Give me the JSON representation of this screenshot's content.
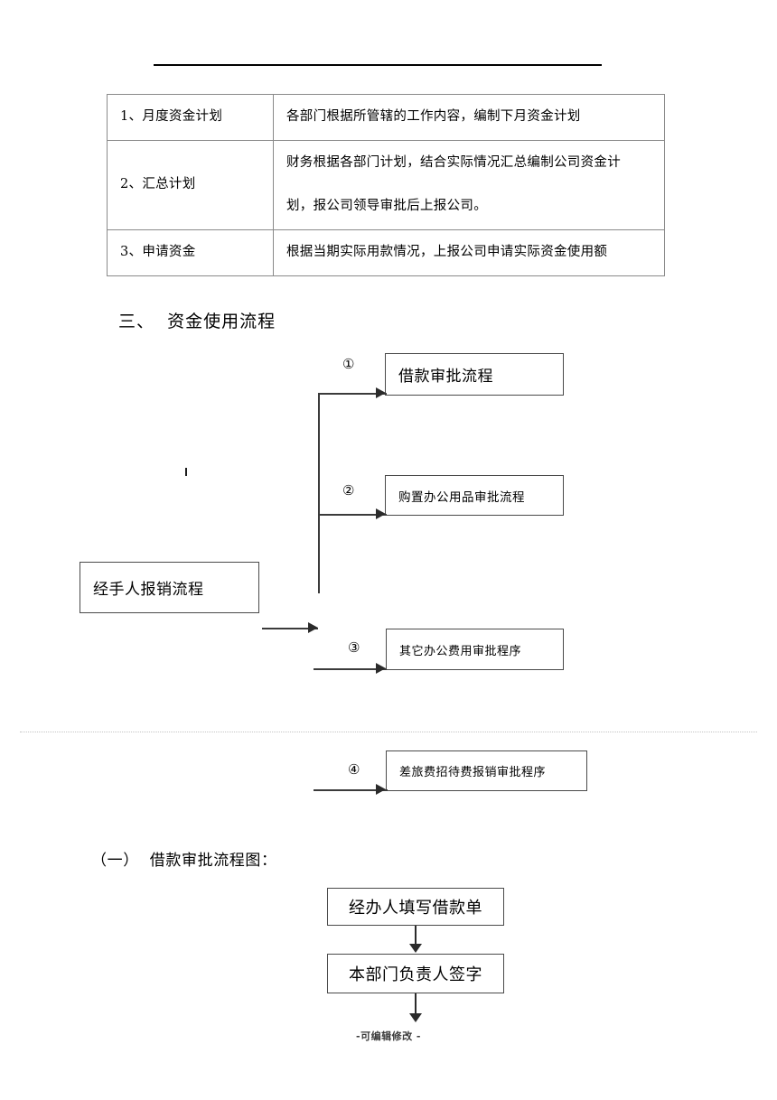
{
  "document": {
    "footer_note": "-可编辑修改 -"
  },
  "plan_table": {
    "rows": [
      {
        "label": "1、月度资金计划",
        "description_lines": [
          "各部门根据所管辖的工作内容，编制下月资金计划"
        ]
      },
      {
        "label": "2、汇总计划",
        "description_lines": [
          "财务根据各部门计划，结合实际情况汇总编制公司资金计",
          "划，报公司领导审批后上报公司。"
        ]
      },
      {
        "label": "3、申请资金",
        "description_lines": [
          "根据当期实际用款情况，上报公司申请实际资金使用额"
        ]
      }
    ]
  },
  "section": {
    "heading": "三、  资金使用流程",
    "source_box": "经手人报销流程",
    "branches": [
      {
        "marker": "①",
        "label": "借款审批流程"
      },
      {
        "marker": "②",
        "label": "购置办公用品审批流程"
      },
      {
        "marker": "③",
        "label": "其它办公费用审批程序"
      },
      {
        "marker": "④",
        "label": "差旅费招待费报销审批程序"
      }
    ]
  },
  "subsection": {
    "heading": "（一）  借款审批流程图：",
    "steps": [
      "经办人填写借款单",
      "本部门负责人签字"
    ]
  }
}
